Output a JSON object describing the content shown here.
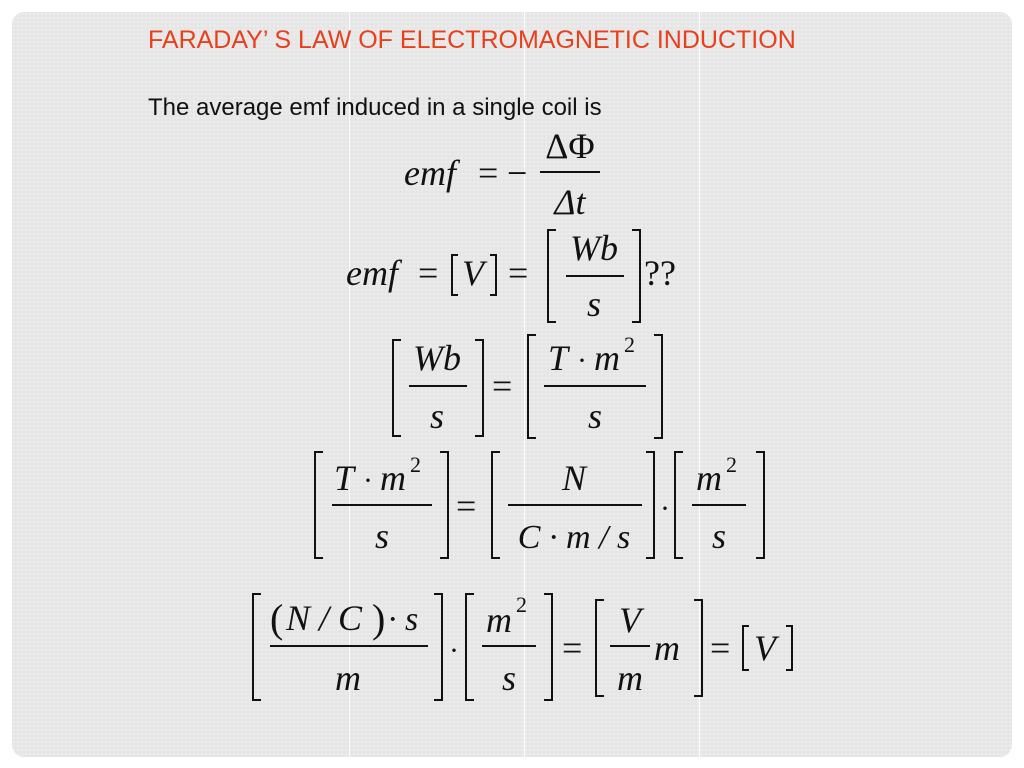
{
  "slide": {
    "title": "FARADAY’ S LAW OF ELECTROMAGNETIC INDUCTION",
    "intro": "The average emf induced in a single coil is",
    "accent_color": "#e8401c",
    "background_color": "#e6e6e6"
  },
  "equations": {
    "eq1": {
      "lhs": "emf",
      "equals": "=",
      "minus": "−",
      "numerator": "ΔΦ",
      "denominator": "Δt"
    },
    "eq2": {
      "lhs": "emf",
      "equals": "=",
      "unit_v": "V",
      "equals2": "=",
      "numerator": "Wb",
      "denominator": "s",
      "question": "??"
    },
    "eq3": {
      "left_num": "Wb",
      "left_den": "s",
      "equals": "=",
      "right_num_t": "T",
      "dot": "·",
      "right_num_m": "m",
      "exp": "2",
      "right_den": "s"
    },
    "eq4": {
      "a_num_t": "T",
      "a_dot": "·",
      "a_num_m": "m",
      "a_exp": "2",
      "a_den": "s",
      "equals": "=",
      "b_num": "N",
      "b_den": "C · m / s",
      "times": "·",
      "c_num_m": "m",
      "c_exp": "2",
      "c_den": "s"
    },
    "eq5": {
      "a_num": "N / C",
      "a_dot_s": "· s",
      "a_den": "m",
      "times": "·",
      "b_num_m": "m",
      "b_exp": "2",
      "b_den": "s",
      "equals": "=",
      "c_num": "V",
      "c_den": "m",
      "c_m": "m",
      "equals2": "=",
      "result": "V"
    }
  }
}
